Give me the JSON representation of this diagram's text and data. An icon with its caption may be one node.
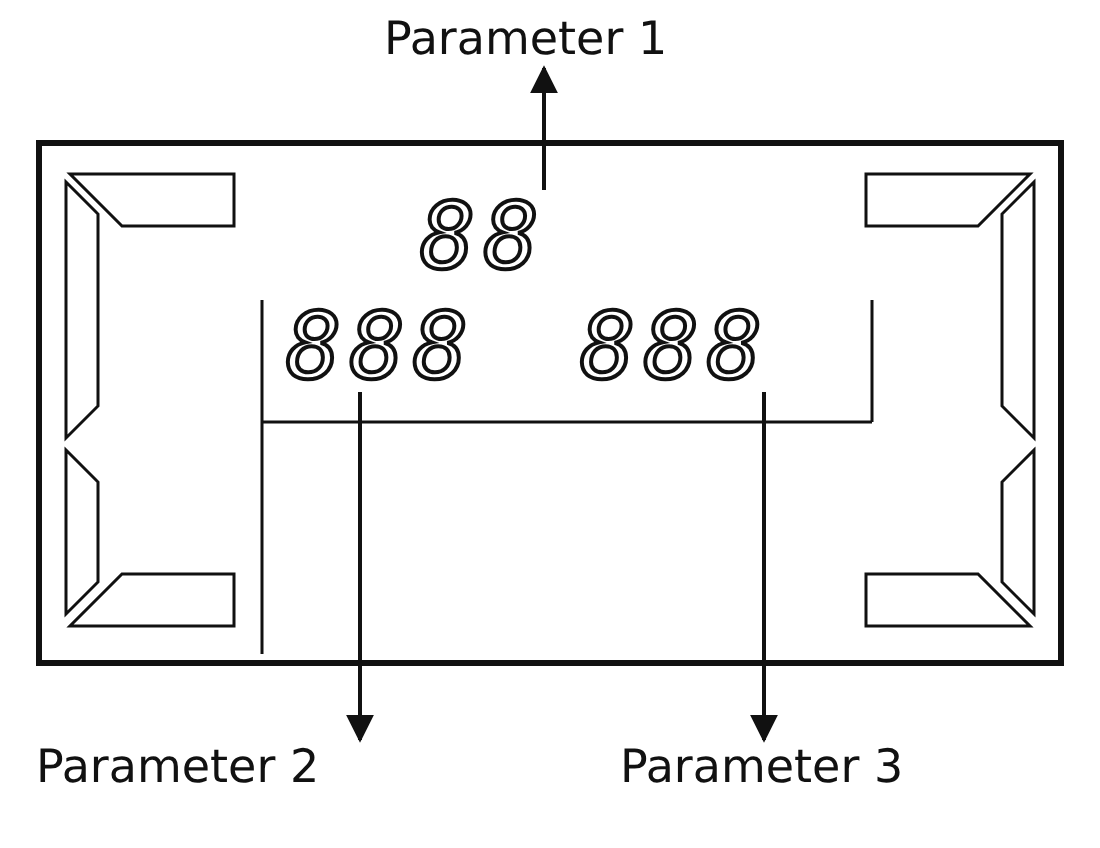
{
  "diagram": {
    "nodes": [
      {
        "text": [
          "Parameter 1"
        ]
      },
      {
        "text": [],
        "shape": "box"
      },
      {
        "text": [
          "88"
        ],
        "in": 1
      },
      {
        "text": [
          "888"
        ],
        "in": 1
      },
      {
        "text": [
          "888"
        ],
        "in": 1
      },
      {
        "text": [
          "Parameter 2"
        ]
      },
      {
        "text": [
          "Parameter 3"
        ]
      }
    ],
    "edges": [
      {
        "from": 2,
        "to": 0,
        "arrow": "to"
      },
      {
        "from": 3,
        "to": 5,
        "arrow": "to"
      },
      {
        "from": 4,
        "to": 6,
        "arrow": "to"
      }
    ]
  }
}
